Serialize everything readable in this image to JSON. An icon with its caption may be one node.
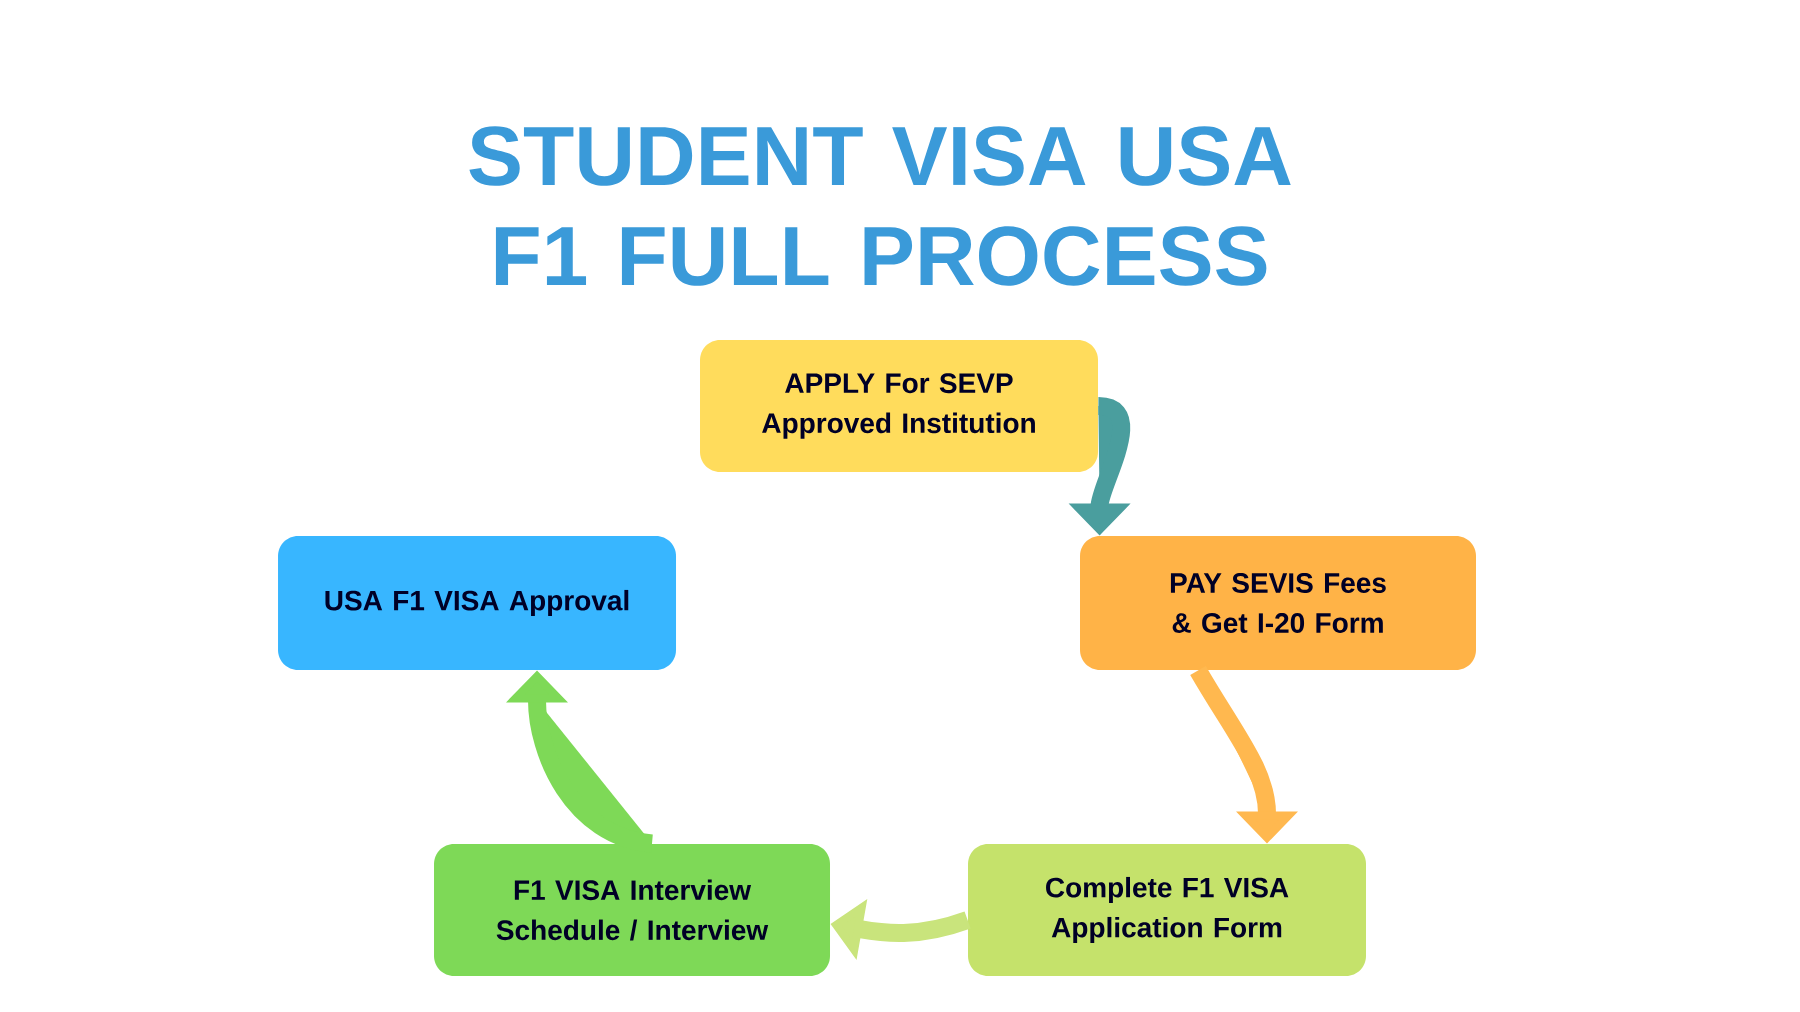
{
  "diagram": {
    "title": "STUDENT VISA USA F1 FULL PROCESS",
    "nodes": [
      {
        "text": [
          "APPLY For SEVP Approved Institution"
        ]
      },
      {
        "text": [
          "PAY SEVIS Fees & Get I-20 Form"
        ]
      },
      {
        "text": [
          "Complete F1 VISA Application Form"
        ]
      },
      {
        "text": [
          "F1 VISA Interview Schedule / Interview"
        ]
      },
      {
        "text": [
          "USA F1 VISA Approval"
        ]
      }
    ],
    "edges": [
      {
        "from": 0,
        "to": 1,
        "arrow": "to",
        "color": "#4a9e9e"
      },
      {
        "from": 1,
        "to": 2,
        "arrow": "to",
        "color": "#ffb84f"
      },
      {
        "from": 2,
        "to": 3,
        "arrow": "to",
        "color": "#c9e47c"
      },
      {
        "from": 3,
        "to": 4,
        "arrow": "to",
        "color": "#7ed957"
      }
    ]
  }
}
